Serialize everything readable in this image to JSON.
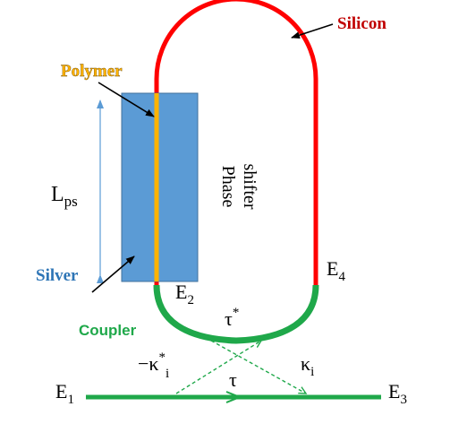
{
  "labels": {
    "silicon": "Silicon",
    "polymer": "Polymer",
    "silver": "Silver",
    "coupler": "Coupler",
    "phase_shifter_line1": "Phase",
    "phase_shifter_line2": "shifter",
    "lps_main": "L",
    "lps_sub": "ps",
    "e1_main": "E",
    "e1_sub": "1",
    "e2_main": "E",
    "e2_sub": "2",
    "e3_main": "E",
    "e3_sub": "3",
    "e4_main": "E",
    "e4_sub": "4",
    "tau_star": "τ",
    "tau_star_sup": "*",
    "tau": "τ",
    "kappa_neg": "−κ",
    "kappa_neg_sup": "*",
    "kappa_neg_sub": "i",
    "kappa": "κ",
    "kappa_sub": "i"
  },
  "colors": {
    "silicon": "#ff0000",
    "coupler": "#1fa84a",
    "polymer": "#ffb300",
    "silver_fill": "#5b9bd5",
    "silver_stroke": "#41719c",
    "dimension_arrow": "#5b9bd5",
    "silver_label": "#2e75b6",
    "text": "#000000"
  }
}
